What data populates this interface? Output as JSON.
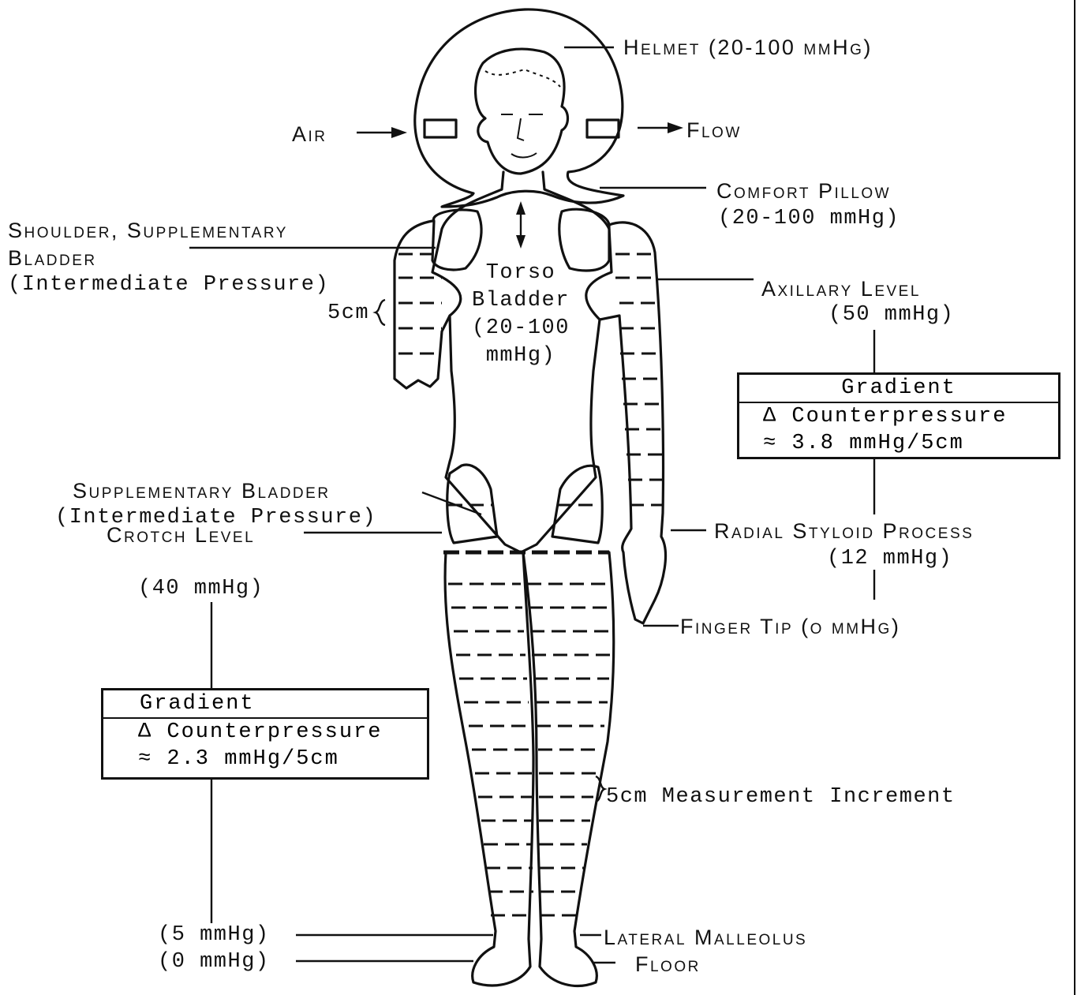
{
  "labels": {
    "helmet": "Helmet (20-100 mmHg)",
    "air": "Air",
    "flow": "Flow",
    "comfort_pillow_title": "Comfort Pillow",
    "comfort_pillow_pressure": "(20-100 mmHg)",
    "shoulder_line1": "Shoulder, Supplementary",
    "shoulder_line2": "Bladder",
    "shoulder_line3": "(Intermediate Pressure)",
    "five_cm_arm": "5cm",
    "torso_line1": "Torso",
    "torso_line2": "Bladder",
    "torso_line3": "(20-100",
    "torso_line4": "mmHg)",
    "axillary_title": "Axillary Level",
    "axillary_pressure": "(50 mmHg)",
    "supp_bladder_line1": "Supplementary Bladder",
    "supp_bladder_line2": "(Intermediate Pressure)",
    "crotch_title": "Crotch Level",
    "crotch_pressure": "(40 mmHg)",
    "radial_title": "Radial Styloid Process",
    "radial_pressure": "(12 mmHg)",
    "finger_tip": "Finger Tip (o mmHg)",
    "measurement_increment": "5cm Measurement Increment",
    "lateral_malleolus": "Lateral Malleolus",
    "floor": "Floor",
    "five_mmhg": "(5 mmHg)",
    "zero_mmhg": "(0 mmHg)"
  },
  "gradient_arm": {
    "title": "Gradient",
    "line1": "Δ Counterpressure",
    "line2": "≈ 3.8 mmHg/5cm"
  },
  "gradient_leg": {
    "title": "Gradient",
    "line1": "Δ Counterpressure",
    "line2": "≈ 2.3 mmHg/5cm"
  },
  "colors": {
    "ink": "#111111",
    "paper": "#ffffff"
  }
}
